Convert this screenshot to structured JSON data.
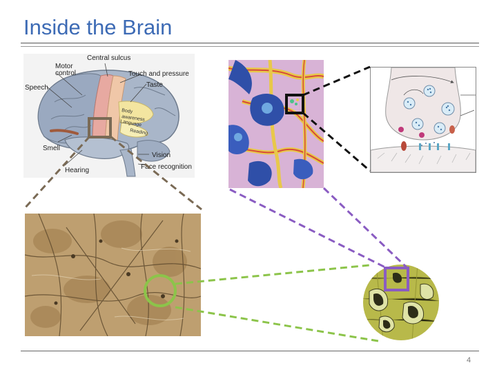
{
  "slide": {
    "title": "Inside the Brain",
    "page_number": "4"
  },
  "brain_diagram": {
    "labels": {
      "central_sulcus": "Central sulcus",
      "motor_control_1": "Motor",
      "motor_control_2": "control",
      "touch_pressure": "Touch and pressure",
      "taste": "Taste",
      "speech": "Speech",
      "body_awareness_1": "Body",
      "body_awareness_2": "awareness",
      "language": "Language",
      "reading": "Reading",
      "smell": "Smell",
      "vision": "Vision",
      "hearing": "Hearing",
      "face_recognition": "Face recognition"
    }
  },
  "colors": {
    "title": "#3d6bb5",
    "box_gray": "#7a6a55",
    "callout_gray": "#7a6a55",
    "callout_black": "#111111",
    "callout_purple": "#8a5cc2",
    "callout_green": "#8cc44a",
    "circle_green": "#8cc44a",
    "box_purple": "#8a5cc2"
  }
}
